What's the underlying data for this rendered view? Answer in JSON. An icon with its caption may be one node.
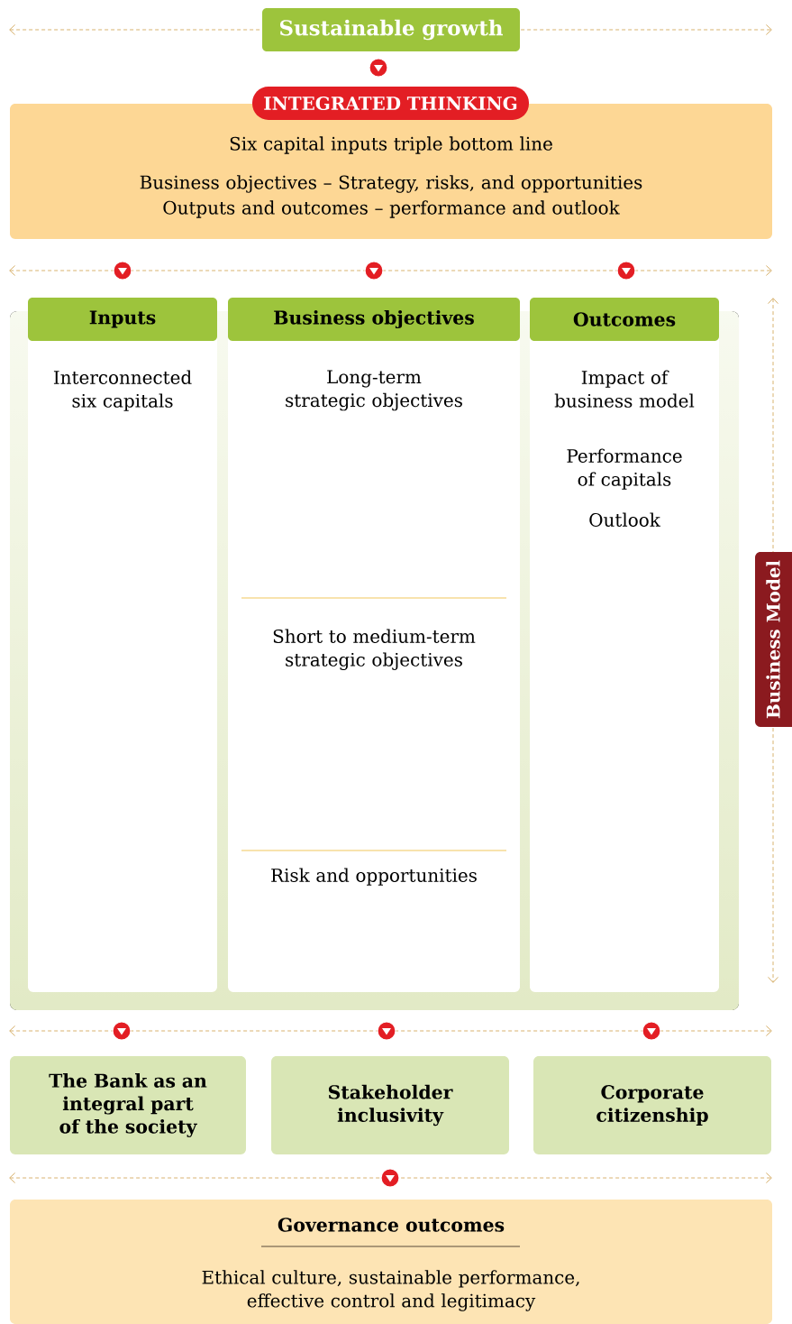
{
  "diagram": {
    "nodes": [
      {
        "text": [
          "Sustainable growth"
        ]
      },
      {
        "text": [
          "INTEGRATED THINKING"
        ]
      },
      {
        "text": [
          "Six capital inputs triple bottom line",
          "Business objectives – Strategy, risks, and opportunities",
          "Outputs and outcomes – performance and outlook"
        ]
      },
      {
        "text": [
          "Inputs",
          "Interconnected six capitals"
        ]
      },
      {
        "text": [
          "Business objectives",
          "Long-term strategic objectives",
          "Short to medium-term strategic objectives",
          "Risk and opportunities"
        ]
      },
      {
        "text": [
          "Outcomes",
          "Impact of business model",
          "Performance of capitals",
          "Outlook"
        ]
      },
      {
        "text": [
          "Business Model"
        ]
      },
      {
        "text": [
          "The Bank as an integral part of the society"
        ]
      },
      {
        "text": [
          "Stakeholder inclusivity"
        ]
      },
      {
        "text": [
          "Corporate citizenship"
        ]
      },
      {
        "text": [
          "Governance outcomes",
          "Ethical culture, sustainable performance, effective control and legitimacy"
        ]
      }
    ]
  }
}
